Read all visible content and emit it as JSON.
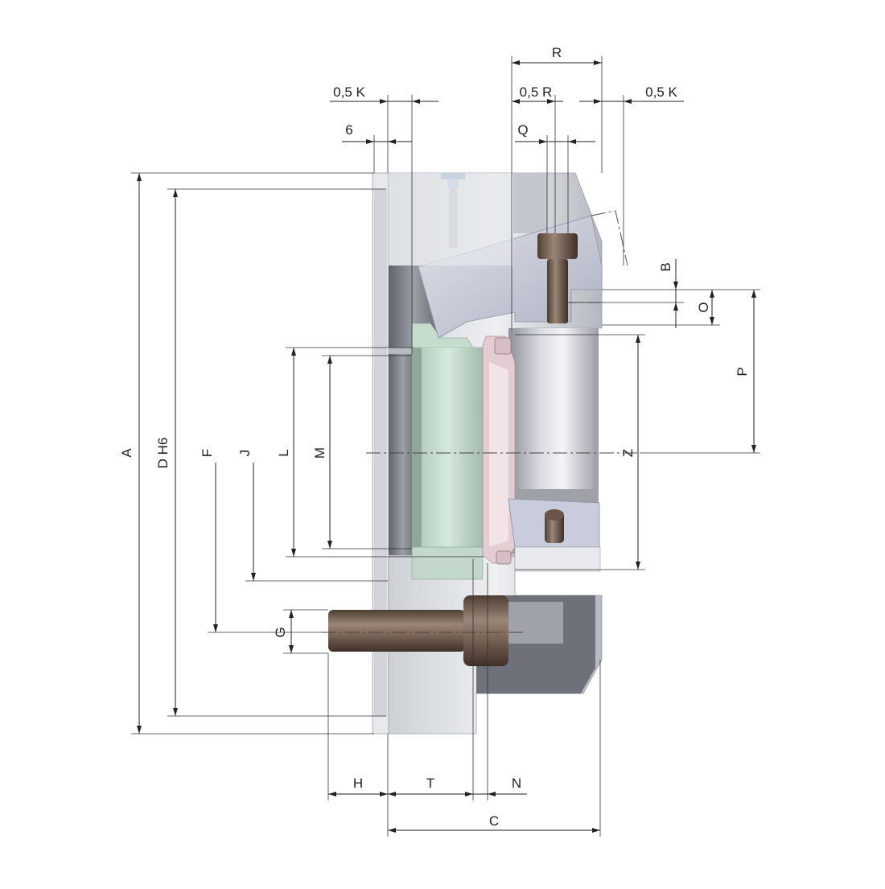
{
  "drawing": {
    "labels": {
      "R_top": "R",
      "half_K_left": "0,5 K",
      "half_R": "0,5 R",
      "half_K_right": "0,5 K",
      "six": "6",
      "Q": "Q",
      "B": "B",
      "O": "O",
      "P": "P",
      "A": "A",
      "D": "D H6",
      "F": "F",
      "J": "J",
      "L": "L",
      "M": "M",
      "Z": "Z",
      "G": "G",
      "H": "H",
      "T": "T",
      "N": "N",
      "C": "C"
    },
    "colors": {
      "steel_light": "#e4e6ea",
      "steel_mid": "#b9bcc2",
      "steel_dark": "#7d8088",
      "jaw_blue": "#c9ccdc",
      "piston_green": "#c7ddd0",
      "bolt_brown": "#6f5a4c",
      "seal_pink": "#e6c9cf",
      "bore_gray": "#9ea1a8"
    }
  }
}
